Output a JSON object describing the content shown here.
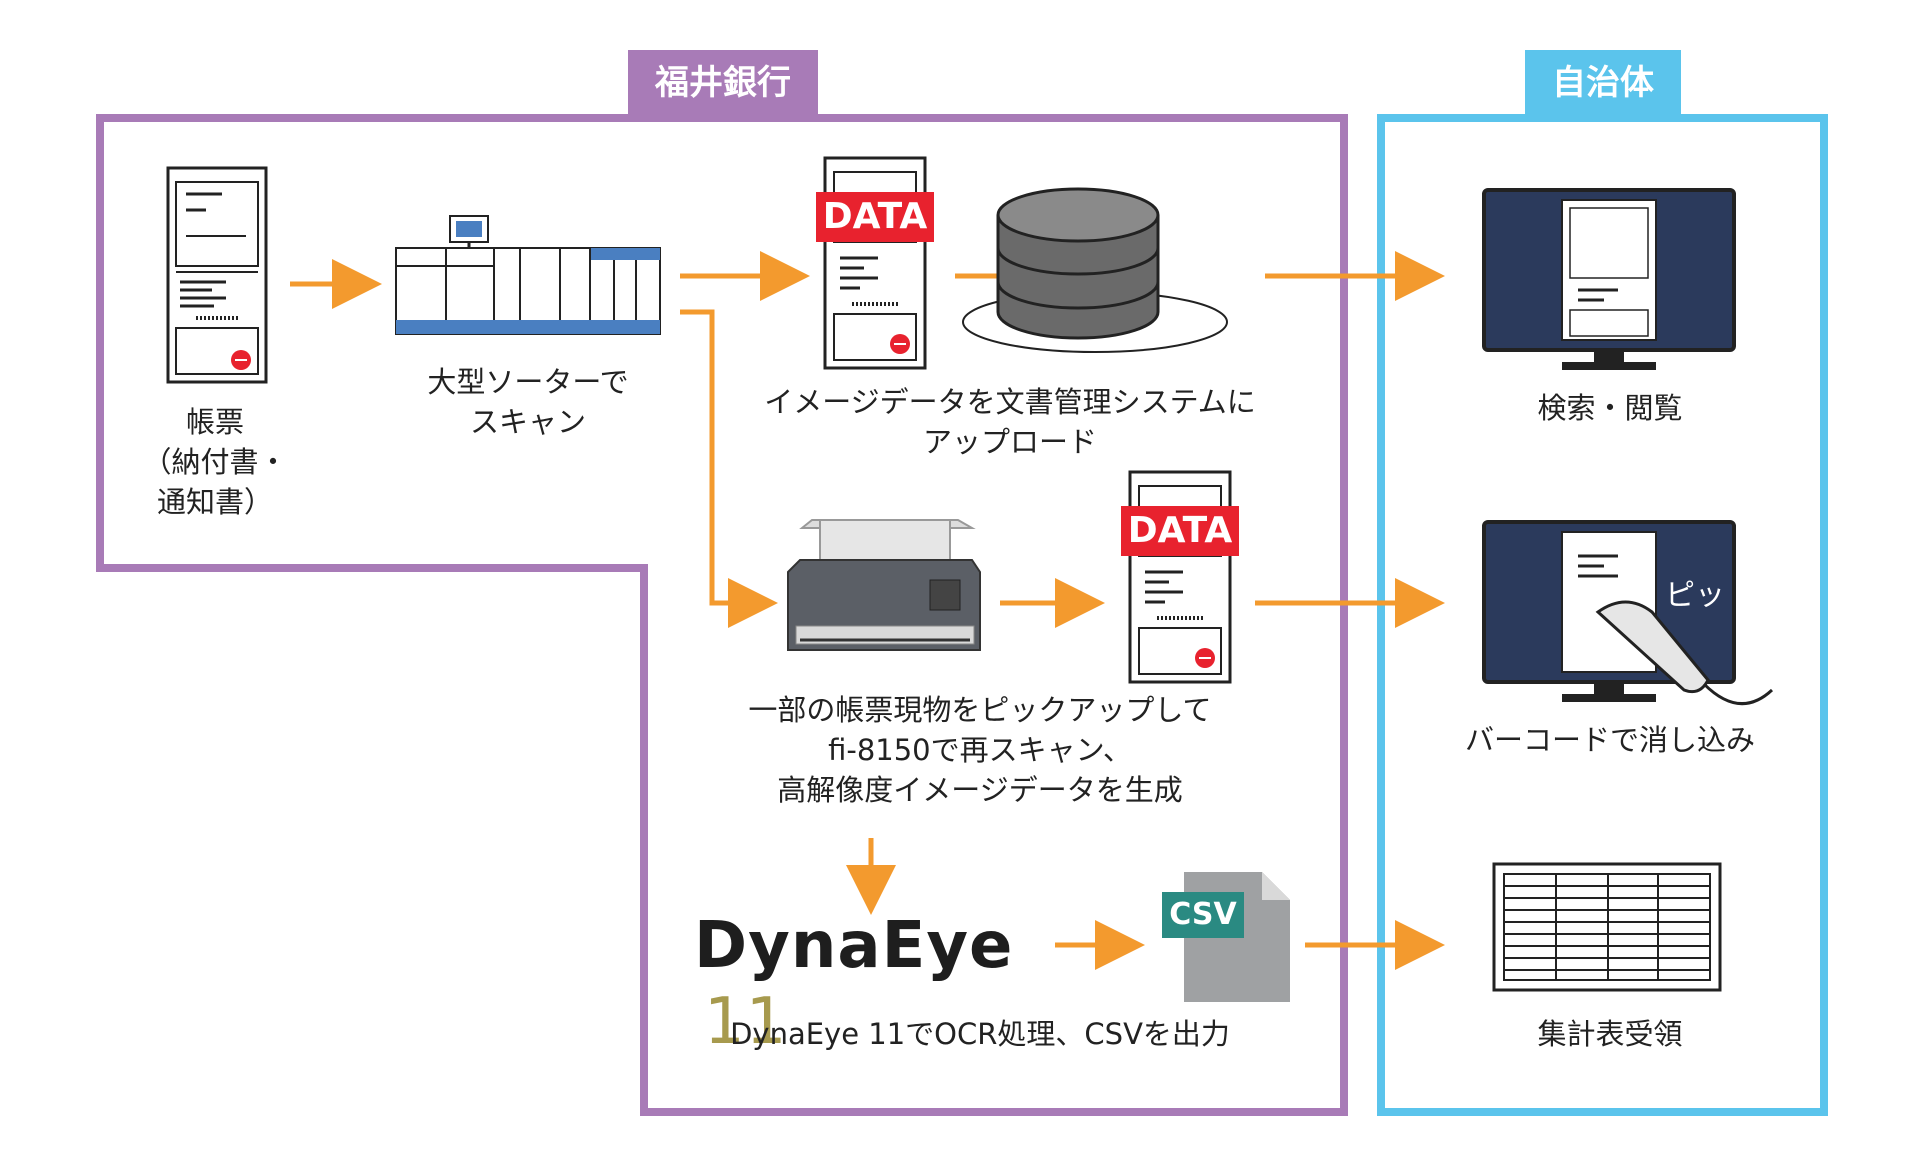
{
  "colors": {
    "bank": "#a87bb7",
    "municipality": "#5bc4ec",
    "arrow": "#f39a2e",
    "data_badge": "#e8222e",
    "screen": "#2b3a5c",
    "csv": "#2a8a82",
    "logo_gold": "#a79a4e"
  },
  "regions": {
    "bank": {
      "label": "福井銀行"
    },
    "municipality": {
      "label": "自治体"
    }
  },
  "steps": {
    "forms": {
      "lines": [
        "帳票",
        "（納付書・",
        "通知書）"
      ],
      "icon": "paper-form-icon"
    },
    "sorter": {
      "lines": [
        "大型ソーターで",
        "スキャン"
      ],
      "icon": "sorter-machine-icon"
    },
    "upload": {
      "lines": [
        "イメージデータを文書管理システムに",
        "アップロード"
      ],
      "badge": "DATA",
      "icon": "data-document-icon"
    },
    "database": {
      "icon": "database-icon"
    },
    "rescan": {
      "lines": [
        "一部の帳票現物をピックアップして",
        "fi-8150で再スキャン、",
        "高解像度イメージデータを生成"
      ],
      "icon": "scanner-icon"
    },
    "hires_data": {
      "badge": "DATA",
      "icon": "data-document-icon"
    },
    "ocr": {
      "logo_text": "DynaEye",
      "logo_version": "11",
      "csv_badge": "CSV",
      "lines": [
        "DynaEye 11でOCR処理、CSVを出力"
      ],
      "icon": "csv-file-icon"
    },
    "search": {
      "lines": [
        "検索・閲覧"
      ],
      "icon": "monitor-icon"
    },
    "barcode": {
      "lines": [
        "バーコードで消し込み"
      ],
      "beep": "ピッ",
      "icon": "barcode-scanner-icon"
    },
    "summary": {
      "lines": [
        "集計表受領"
      ],
      "icon": "spreadsheet-icon"
    }
  }
}
